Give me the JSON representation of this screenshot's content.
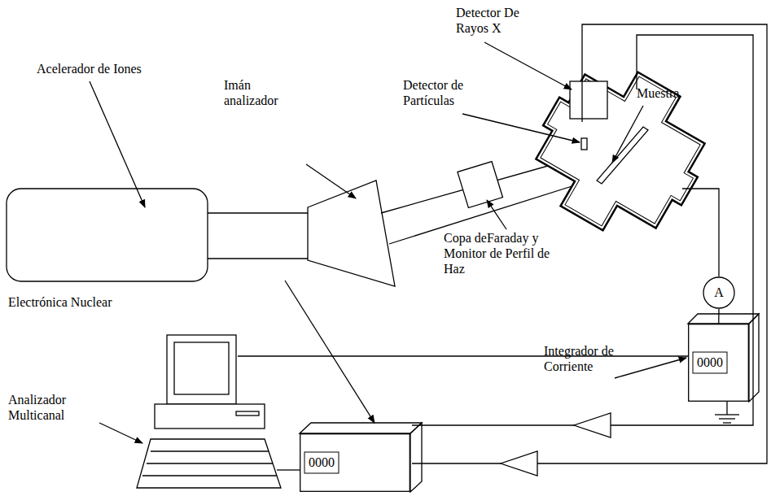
{
  "diagram": {
    "nodes": [
      {
        "text": [
          "A"
        ]
      },
      {
        "text": [
          "0000"
        ]
      },
      {
        "text": [
          "0000"
        ]
      }
    ],
    "edges": [
      {
        "from": 0,
        "to": 1,
        "arrow": "none"
      }
    ],
    "labels": [
      "Detector De Rayos X",
      "Muestra",
      "Acelerador de Iones",
      "Imán analizador",
      "Detector de Partículas",
      "Copa deFaraday y Monitor de Perfil de Haz",
      "Electrónica Nuclear",
      "Integrador de Corriente",
      "Analizador Multicanal"
    ]
  }
}
